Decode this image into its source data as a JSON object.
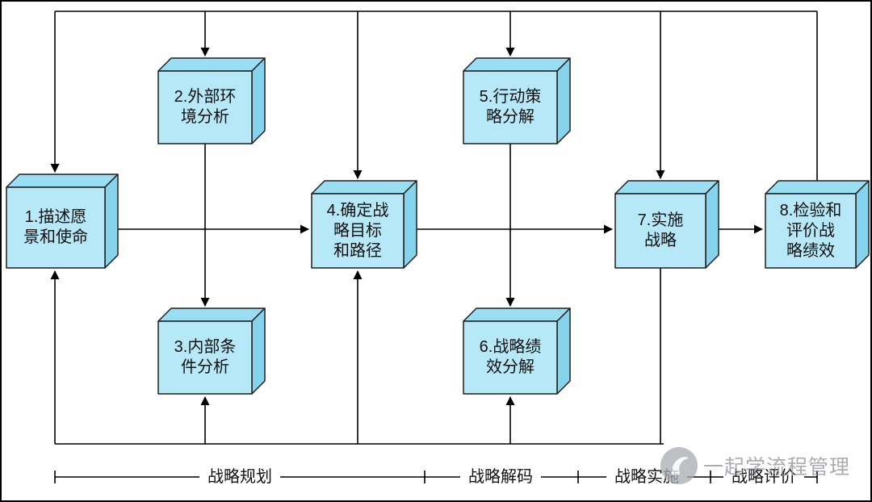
{
  "diagram": {
    "title": "strategy-management-process-flowchart",
    "nodes": [
      {
        "id": "1",
        "lines": [
          "1.描述愿",
          "景和使命"
        ]
      },
      {
        "id": "2",
        "lines": [
          "2.外部环",
          "境分析"
        ]
      },
      {
        "id": "3",
        "lines": [
          "3.内部条",
          "件分析"
        ]
      },
      {
        "id": "4",
        "lines": [
          "4.确定战",
          "略目标",
          "和路径"
        ]
      },
      {
        "id": "5",
        "lines": [
          "5.行动策",
          "略分解"
        ]
      },
      {
        "id": "6",
        "lines": [
          "6.战略绩",
          "效分解"
        ]
      },
      {
        "id": "7",
        "lines": [
          "7.实施",
          "战略"
        ]
      },
      {
        "id": "8",
        "lines": [
          "8.检验和",
          "评价战",
          "略绩效"
        ]
      }
    ],
    "phases": [
      {
        "label": "战略规划"
      },
      {
        "label": "战略解码"
      },
      {
        "label": "战略实施"
      },
      {
        "label": "战略评价"
      }
    ],
    "watermark": {
      "text": "一起学流程管理"
    },
    "colors": {
      "box_front": "#b7e8f8",
      "box_top": "#9adef4",
      "box_side": "#86d3ee",
      "outline": "#1f1f1f",
      "line": "#000000",
      "watermark_gray": "#8d9298"
    }
  }
}
